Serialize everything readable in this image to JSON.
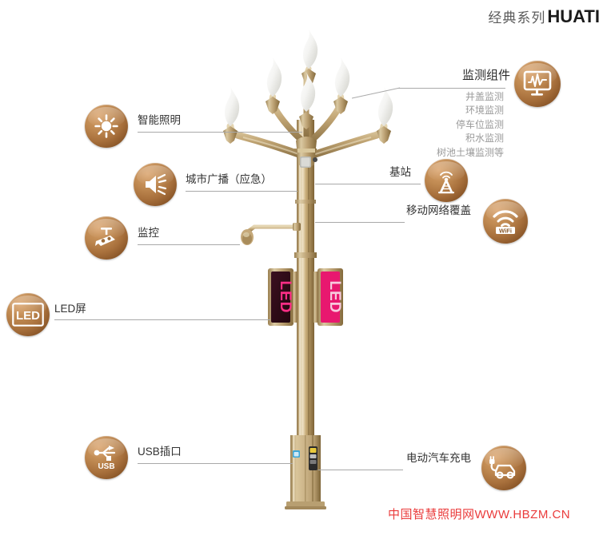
{
  "header": {
    "brand_cn": "经典系列",
    "brand_en": "HUATI"
  },
  "features": {
    "smart_lighting": {
      "label": "智能照明",
      "icon": "sun-icon"
    },
    "city_broadcast": {
      "label": "城市广播（应急）",
      "icon": "speaker-icon"
    },
    "surveillance": {
      "label": "监控",
      "icon": "cctv-camera-icon"
    },
    "led_screen": {
      "label": "LED屏",
      "icon": "led-icon",
      "icon_text": "LED"
    },
    "usb_port": {
      "label": "USB插口",
      "icon": "usb-icon",
      "icon_text": "USB"
    },
    "monitoring": {
      "label": "监测组件",
      "icon": "monitor-waveform-icon",
      "items": [
        "井盖监测",
        "环境监测",
        "停车位监测",
        "积水监测",
        "树池土壤监测等"
      ]
    },
    "base_station": {
      "label": "基站",
      "icon": "antenna-tower-icon"
    },
    "mobile_network": {
      "label": "移动网络覆盖",
      "icon": "wifi-icon",
      "icon_text": "WiFi"
    },
    "ev_charging": {
      "label": "电动汽车充电",
      "icon": "ev-car-charge-icon"
    }
  },
  "pole": {
    "led_panel_left_text": "LED",
    "led_panel_right_text": "LED"
  },
  "watermark": {
    "text": "中国智慧照明网WWW.HBZM.CN",
    "color": "#ea3b3b"
  },
  "colors": {
    "badge_light": "#d9a169",
    "badge_dark": "#6d3f18",
    "leader_line": "#a9a9a9",
    "pole_gold": "#c2a878",
    "led_pink": "#e81c72"
  }
}
